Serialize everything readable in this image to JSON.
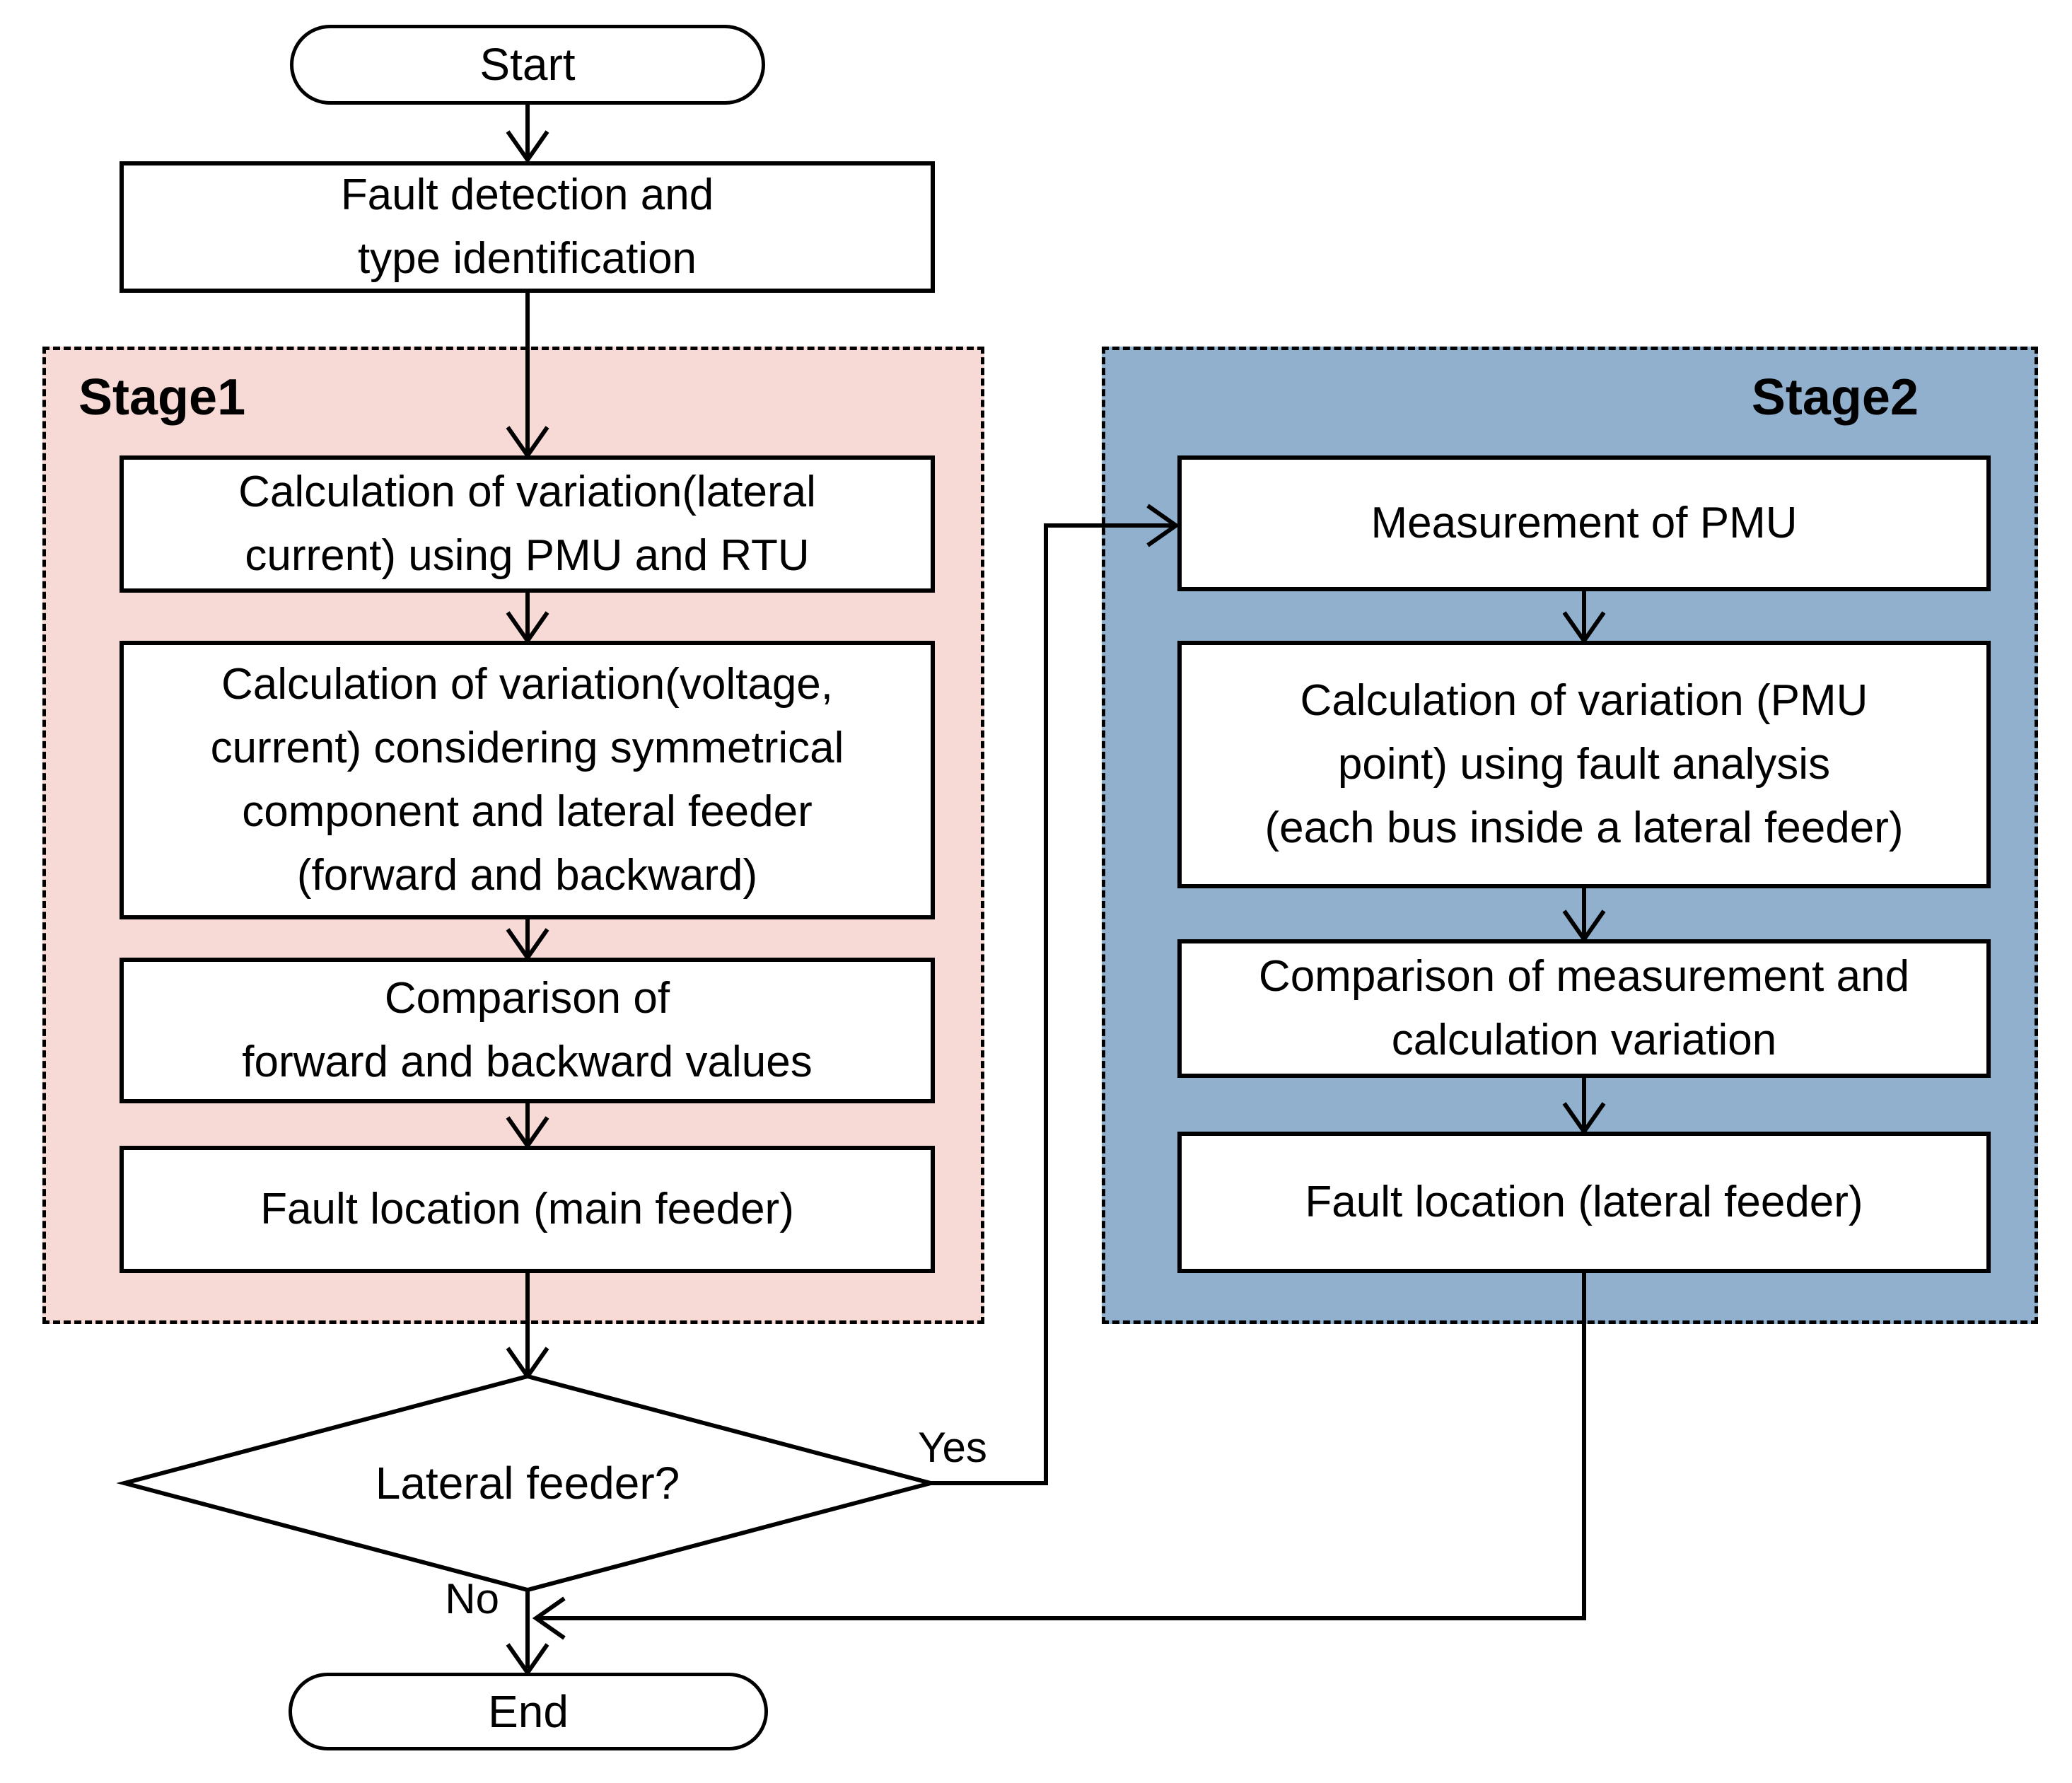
{
  "colors": {
    "stage1_bg": "#f7d9d6",
    "stage2_bg": "#90b0ce",
    "node_bg": "#ffffff",
    "stroke": "#000000"
  },
  "nodes": {
    "start": "Start",
    "fault_detection": "Fault detection and\ntype identification",
    "decision": "Lateral feeder?",
    "yes_label": "Yes",
    "no_label": "No",
    "end": "End"
  },
  "stage1": {
    "label": "Stage1",
    "steps": [
      "Calculation of variation(lateral\ncurrent) using PMU and RTU",
      "Calculation of variation(voltage,\ncurrent) considering symmetrical\ncomponent and lateral feeder\n(forward and backward)",
      "Comparison of\nforward and backward values",
      "Fault location (main feeder)"
    ]
  },
  "stage2": {
    "label": "Stage2",
    "steps": [
      "Measurement of PMU",
      "Calculation of variation (PMU\npoint) using fault analysis\n(each bus inside a lateral feeder)",
      "Comparison of measurement and\ncalculation variation",
      "Fault location (lateral feeder)"
    ]
  }
}
